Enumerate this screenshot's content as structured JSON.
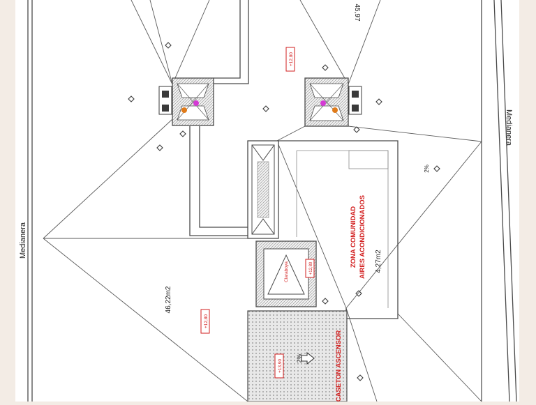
{
  "plan": {
    "left_neighbor_label": "Medianera",
    "right_neighbor_label": "Medianera",
    "area_left": "46,22m2",
    "area_top_right": "45,97",
    "area_zone": "4,27m2",
    "zone_label_line1": "ZONA COMUNIDAD",
    "zone_label_line2": "AIRES ACONDICIONADOS",
    "elevator_label": "CASETON ASCENSOR",
    "level_mark_top": "+12,80",
    "level_mark_left": "+12,80",
    "level_mark_elevator": "+13,90",
    "level_mark_shaft": "+12,80",
    "shaft_label": "Claraboya",
    "slope_label": "2%"
  },
  "colors": {
    "paper": "#ffffff",
    "margin": "#f3ece5",
    "line": "#4a4a4a",
    "red": "#d21e1e",
    "magenta": "#d43ad4",
    "orange": "#e07b1a"
  }
}
